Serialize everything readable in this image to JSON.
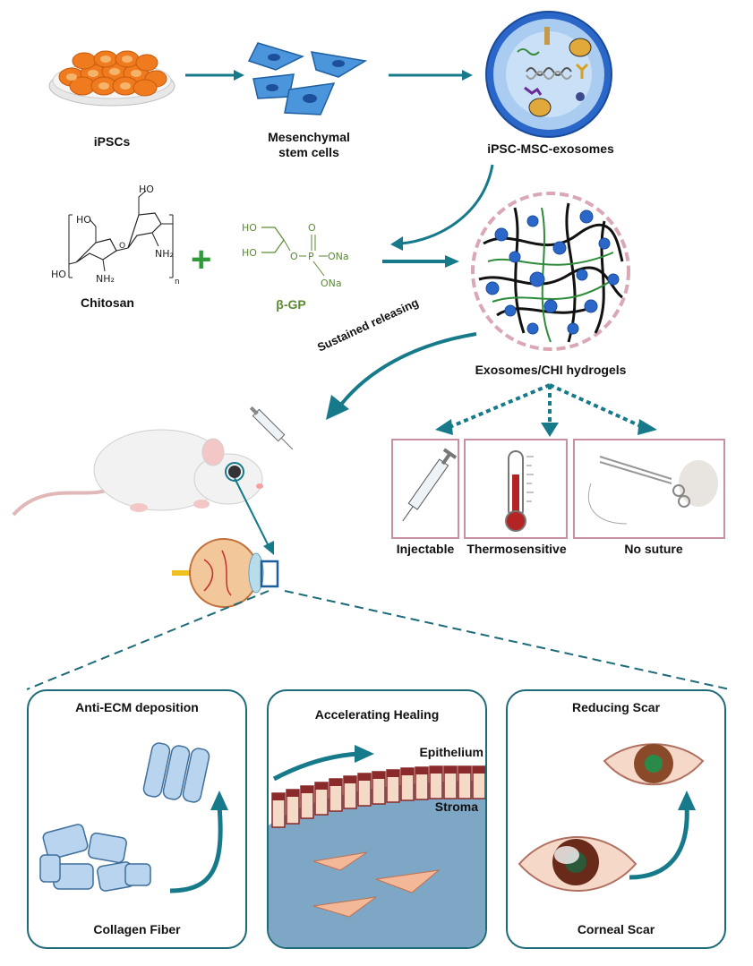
{
  "top_row": {
    "ipscs": "iPSCs",
    "msc_line1": "Mesenchymal",
    "msc_line2": "stem cells",
    "exosomes": "iPSC-MSC-exosomes"
  },
  "chemistry": {
    "chitosan": "Chitosan",
    "bgp": "β-GP",
    "plus": "+",
    "ho1": "HO",
    "ho2": "HO",
    "nh2a": "NH₂",
    "nh2b": "NH₂",
    "n_sub": "n",
    "ho_gp1": "HO",
    "ho_gp2": "HO",
    "o_gp": "O",
    "p_gp": "P",
    "ona1": "ONa",
    "ona2": "ONa",
    "oxo": "O"
  },
  "hydrogel": {
    "label": "Exosomes/CHI hydrogels",
    "sustained": "Sustained releasing"
  },
  "properties": {
    "injectable": "Injectable",
    "thermo": "Thermosensitive",
    "no_suture": "No suture"
  },
  "panels": {
    "anti_ecm": "Anti-ECM deposition",
    "collagen": "Collagen Fiber",
    "healing": "Accelerating Healing",
    "epithelium": "Epithelium",
    "stroma": "Stroma",
    "reducing": "Reducing Scar",
    "corneal": "Corneal Scar"
  },
  "colors": {
    "arrow_teal": "#167a8a",
    "panel_border": "#1d6a78",
    "ipsc_orange": "#f07a1e",
    "msc_blue": "#3d8fd6",
    "exo_blue": "#2b67c8",
    "hydrogel_border": "#d9a8b4",
    "box_border": "#c98fa2"
  }
}
